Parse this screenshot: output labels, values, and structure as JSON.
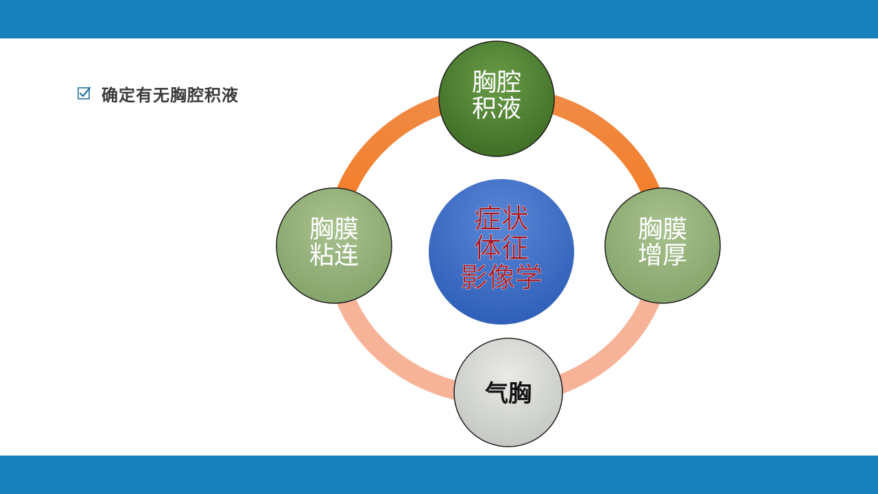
{
  "bullet": {
    "text": "确定有无胸腔积液"
  },
  "diagram": {
    "center": {
      "lines": [
        "症状",
        "体征",
        "影像学"
      ]
    },
    "nodes": {
      "top": {
        "lines": [
          "胸腔",
          "积液"
        ]
      },
      "right": {
        "lines": [
          "胸膜",
          "增厚"
        ]
      },
      "bottom": {
        "lines": [
          "气胸"
        ]
      },
      "left": {
        "lines": [
          "胸膜",
          "粘连"
        ]
      }
    }
  },
  "colors": {
    "bar": "#1580b9",
    "ring_dark": "#f07a28",
    "ring_light": "#f5b49a",
    "center_fill": "#3e6fc7",
    "center_text": "#a3101d",
    "top_node": "#4f8232",
    "side_node": "#94b07a",
    "bottom_node": "#d4d6d2"
  }
}
